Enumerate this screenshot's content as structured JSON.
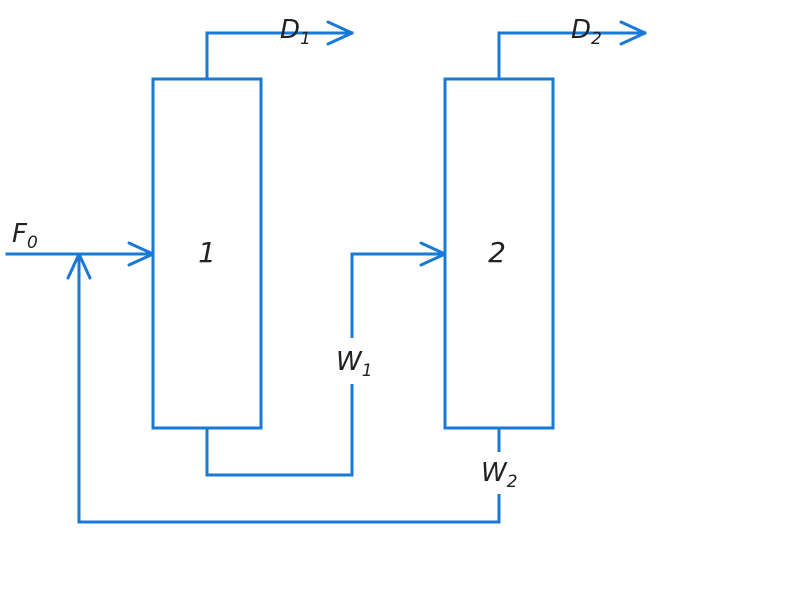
{
  "colors": {
    "stroke": "#1a78d7",
    "text": "#222222"
  },
  "units": [
    {
      "id": "column-1",
      "label": "1"
    },
    {
      "id": "column-2",
      "label": "2"
    }
  ],
  "streams": {
    "feed": {
      "main": "F",
      "sub": "0"
    },
    "distillate_1": {
      "main": "D",
      "sub": "1"
    },
    "distillate_2": {
      "main": "D",
      "sub": "2"
    },
    "bottoms_1": {
      "main": "W",
      "sub": "1"
    },
    "bottoms_2": {
      "main": "W",
      "sub": "2"
    }
  }
}
